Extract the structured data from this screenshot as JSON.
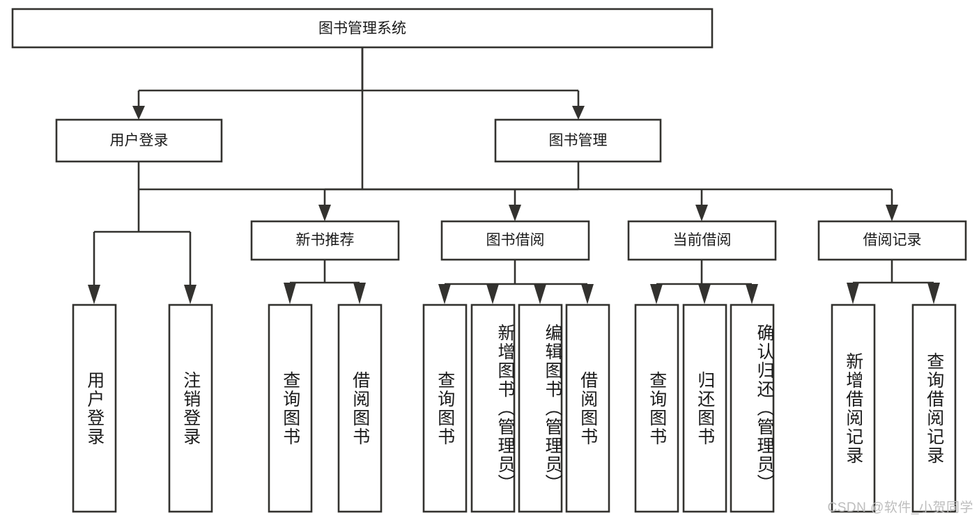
{
  "diagram": {
    "title": "图书管理系统",
    "type": "hierarchy-tree",
    "root": {
      "id": "root",
      "label": "图书管理系统"
    },
    "level2": [
      {
        "id": "user-login",
        "label": "用户登录"
      },
      {
        "id": "book-management",
        "label": "图书管理"
      }
    ],
    "level3": [
      {
        "id": "new-book-recommend",
        "label": "新书推荐",
        "parent": "book-management"
      },
      {
        "id": "book-borrow",
        "label": "图书借阅",
        "parent": "book-management"
      },
      {
        "id": "current-borrow",
        "label": "当前借阅",
        "parent": "book-management"
      },
      {
        "id": "borrow-record",
        "label": "借阅记录",
        "parent": "book-management"
      }
    ],
    "leaves": [
      {
        "id": "leaf-user-login",
        "label": "用户登录",
        "parent": "user-login"
      },
      {
        "id": "leaf-logout-login",
        "label": "注销登录",
        "parent": "user-login"
      },
      {
        "id": "leaf-query-book-1",
        "label": "查询图书",
        "parent": "new-book-recommend"
      },
      {
        "id": "leaf-borrow-book-1",
        "label": "借阅图书",
        "parent": "new-book-recommend"
      },
      {
        "id": "leaf-query-book-2",
        "label": "查询图书",
        "parent": "book-borrow"
      },
      {
        "id": "leaf-add-book",
        "label": "新增图书（管理员）",
        "parent": "book-borrow"
      },
      {
        "id": "leaf-edit-book",
        "label": "编辑图书（管理员）",
        "parent": "book-borrow"
      },
      {
        "id": "leaf-borrow-book-2",
        "label": "借阅图书",
        "parent": "book-borrow"
      },
      {
        "id": "leaf-query-book-3",
        "label": "查询图书",
        "parent": "current-borrow"
      },
      {
        "id": "leaf-return-book",
        "label": "归还图书",
        "parent": "current-borrow"
      },
      {
        "id": "leaf-confirm-return",
        "label": "确认归还（管理员）",
        "parent": "current-borrow"
      },
      {
        "id": "leaf-add-record",
        "label": "新增借阅记录",
        "parent": "borrow-record"
      },
      {
        "id": "leaf-query-record",
        "label": "查询借阅记录",
        "parent": "borrow-record"
      }
    ]
  },
  "watermark": {
    "text": "CSDN @软件_小贺同学"
  },
  "colors": {
    "stroke": "#33322f",
    "fill": "#ffffff",
    "text": "#1a1a1a",
    "watermark": "#bdbdbd"
  }
}
